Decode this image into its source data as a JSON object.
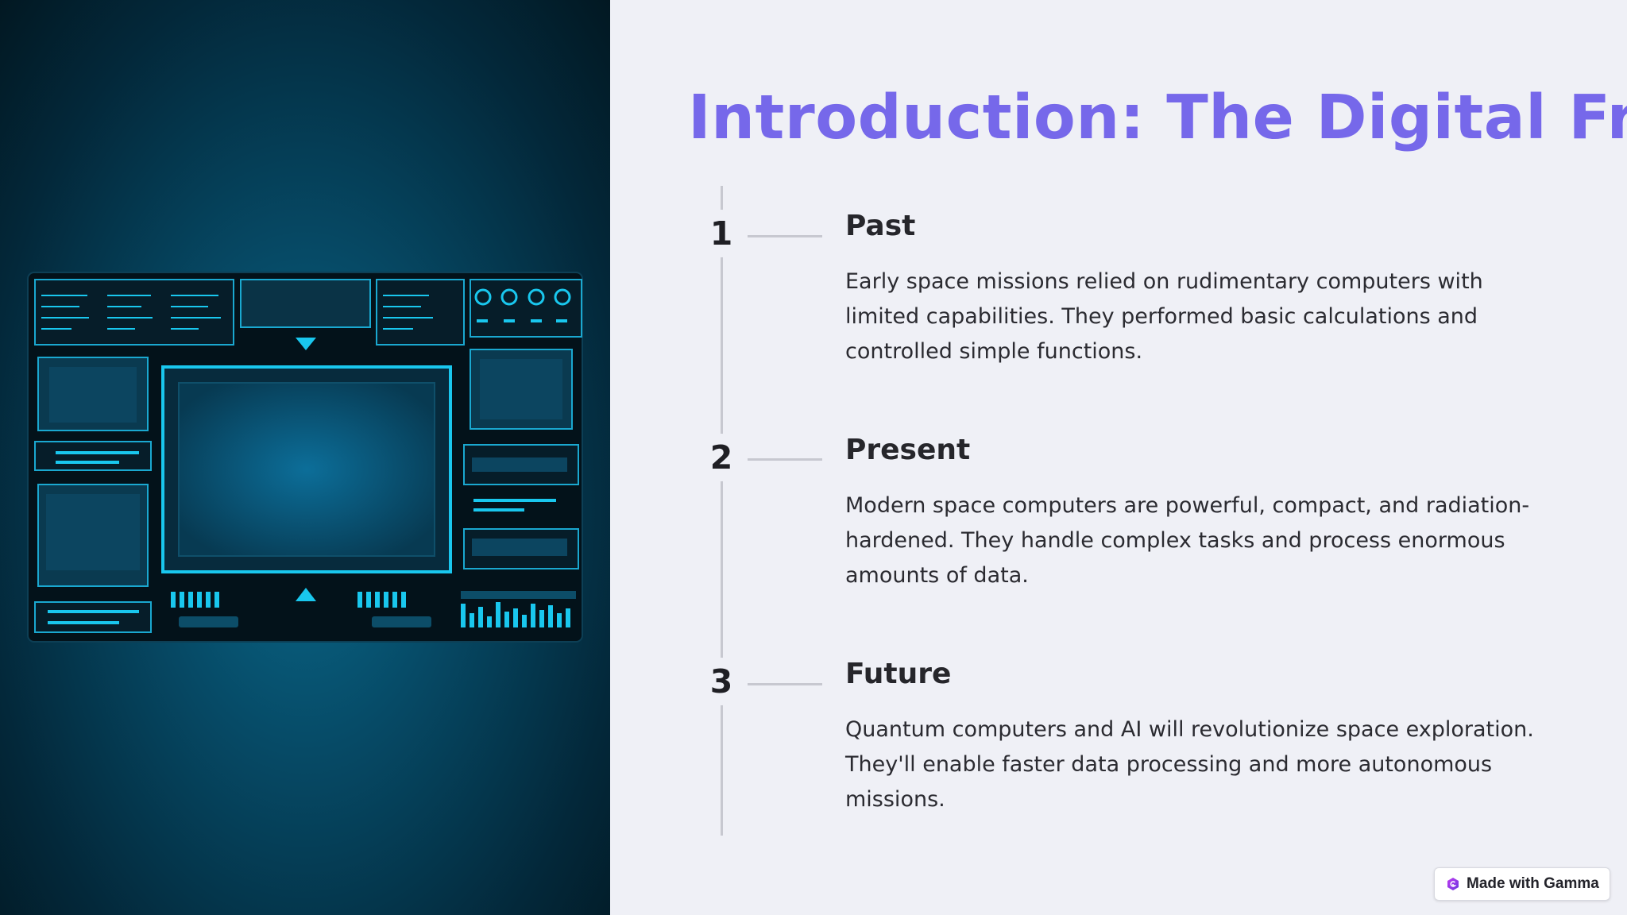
{
  "title": "Introduction: The Digital Frontier",
  "illustration": {
    "description_icon": "futuristic-hud-interface-icon",
    "accent_color": "#19c7ee",
    "background_color": "#064a66"
  },
  "timeline": {
    "steps": [
      {
        "number": "1",
        "heading": "Past",
        "text": "Early space missions relied on rudimentary computers with limited capabilities. They performed basic calculations and controlled simple functions."
      },
      {
        "number": "2",
        "heading": "Present",
        "text": "Modern space computers are powerful, compact, and radiation-hardened. They handle complex tasks and process enormous amounts of data."
      },
      {
        "number": "3",
        "heading": "Future",
        "text": "Quantum computers and AI will revolutionize space exploration. They'll enable faster data processing and more autonomous missions."
      }
    ]
  },
  "badge": {
    "label": "Made with Gamma",
    "icon": "gamma-logo-icon"
  },
  "colors": {
    "title": "#7668ea",
    "background": "#eff0f6",
    "timeline_line": "#c7c8d0"
  }
}
